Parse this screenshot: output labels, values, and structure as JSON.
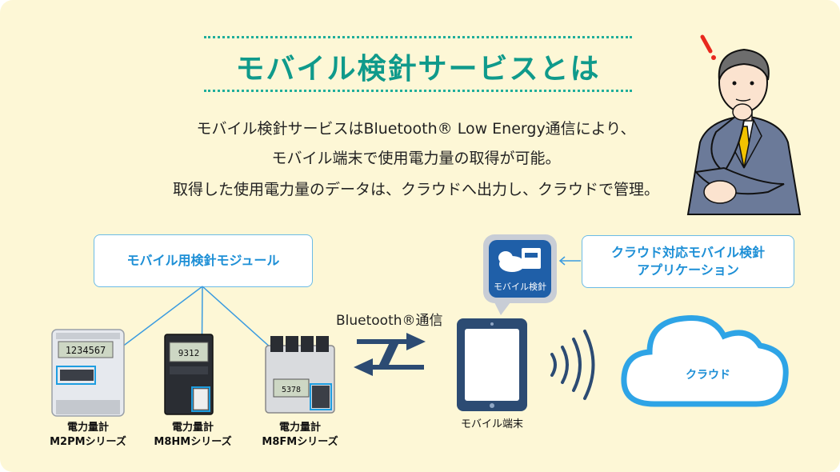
{
  "title": "モバイル検針サービスとは",
  "description": {
    "line1": "モバイル検針サービスはBluetooth® Low Energy通信により、",
    "line2": "モバイル端末で使用電力量の取得が可能。",
    "line3": "取得した使用電力量のデータは、クラウドへ出力し、クラウドで管理。"
  },
  "module_callout": "モバイル用検針モジュール",
  "app_callout": {
    "line1": "クラウド対応モバイル検針",
    "line2": "アプリケーション"
  },
  "app_icon_label": "モバイル検針",
  "bluetooth_label": "Bluetooth®通信",
  "meters": [
    {
      "line1": "電力量計",
      "line2": "M2PMシリーズ"
    },
    {
      "line1": "電力量計",
      "line2": "M8HMシリーズ"
    },
    {
      "line1": "電力量計",
      "line2": "M8FMシリーズ"
    }
  ],
  "meter_displays": [
    "1234567",
    "9312",
    "5378"
  ],
  "device_label": "モバイル端末",
  "cloud_label": "クラウド",
  "colors": {
    "accent_teal": "#0f9a8b",
    "callout_blue": "#1d8fd6",
    "background": "#fdf7d6",
    "device_navy": "#2c4b73"
  }
}
